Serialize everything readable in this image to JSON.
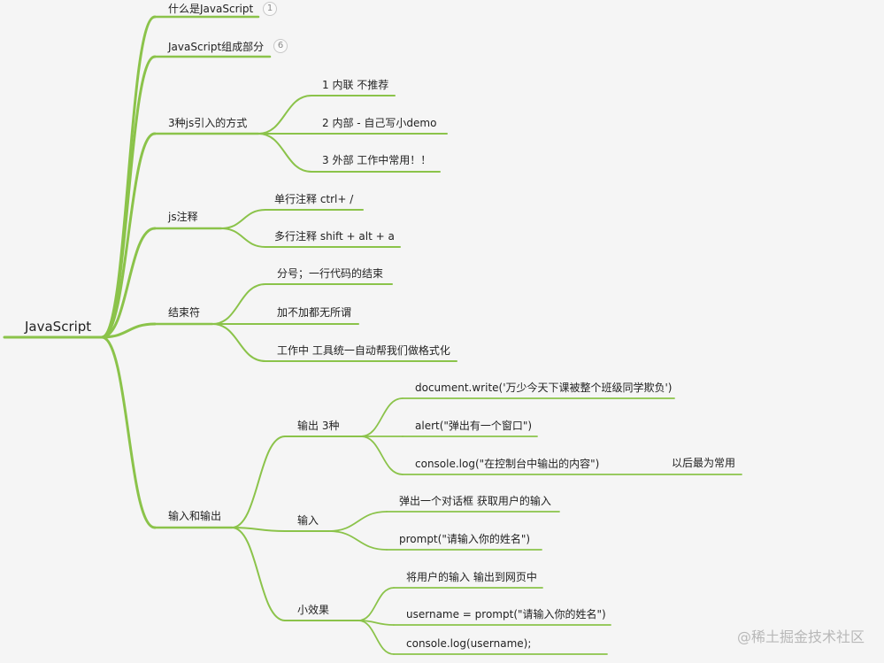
{
  "colors": {
    "branch": "#8bc34a",
    "background": "#f5f5f5",
    "text": "#222222"
  },
  "root": {
    "label": "JavaScript"
  },
  "branches": [
    {
      "label": "什么是JavaScript",
      "badge": "1"
    },
    {
      "label": "JavaScript组成部分",
      "badge": "6"
    },
    {
      "label": "3种js引入的方式"
    },
    {
      "label": "js注释"
    },
    {
      "label": "结束符"
    },
    {
      "label": "输入和输出"
    }
  ],
  "nodes": {
    "import_inline": "1 内联 不推荐",
    "import_internal": "2 内部 - 自己写小demo",
    "import_external": "3 外部 工作中常用！！",
    "comment_single": "单行注释  ctrl+ /",
    "comment_multi": "多行注释  shift + alt + a",
    "end_semicolon": "分号；一行代码的结束",
    "end_optional": "加不加都无所谓",
    "end_formatter": "工作中 工具统一自动帮我们做格式化",
    "io_output": "输出 3种",
    "io_input": "输入",
    "io_demo": "小效果",
    "out_document": "document.write('万少今天下课被整个班级同学欺负')",
    "out_alert": "alert(\"弹出有一个窗口\")",
    "out_console": "console.log(\"在控制台中输出的内容\")",
    "out_console_note": "以后最为常用",
    "in_dialog": "弹出一个对话框  获取用户的输入",
    "in_prompt": "prompt(\"请输入你的姓名\")",
    "demo_desc": "将用户的输入 输出到网页中",
    "demo_username": "username = prompt(\"请输入你的姓名\")",
    "demo_log": "console.log(username);"
  },
  "watermark": "@稀土掘金技术社区"
}
